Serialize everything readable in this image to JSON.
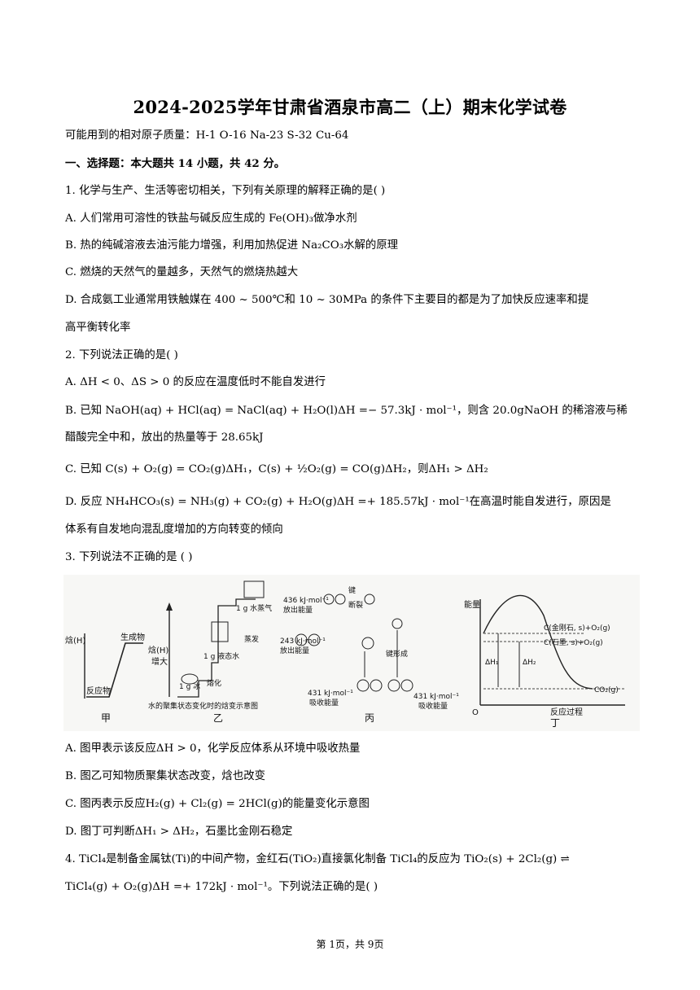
{
  "title": "2024-2025学年甘肃省酒泉市高二（上）期末化学试卷",
  "atomic_masses": "可能用到的相对原子质量：H-1   O-16   Na-23   S-32   Cu-64",
  "section1": "一、选择题：本大题共 14 小题，共 42 分。",
  "q1": {
    "stem": "1. 化学与生产、生活等密切相关，下列有关原理的解释正确的是(    )",
    "A": "A. 人们常用可溶性的铁盐与碱反应生成的 Fe(OH)₃做净水剂",
    "B": "B. 热的纯碱溶液去油污能力增强，利用加热促进 Na₂CO₃水解的原理",
    "C": "C. 燃烧的天然气的量越多，天然气的燃烧热越大",
    "D1": "D. 合成氨工业通常用铁触媒在 400 ~ 500℃和 10 ~ 30MPa 的条件下主要目的都是为了加快反应速率和提",
    "D2": "高平衡转化率"
  },
  "q2": {
    "stem": "2. 下列说法正确的是(    )",
    "A": "A. ΔH < 0、ΔS > 0 的反应在温度低时不能自发进行",
    "B1": "B. 已知 NaOH(aq) + HCl(aq) = NaCl(aq) + H₂O(l)ΔH =− 57.3kJ · mol⁻¹，则含 20.0gNaOH 的稀溶液与稀",
    "B2": "醋酸完全中和，放出的热量等于 28.65kJ",
    "C": "C. 已知 C(s) + O₂(g) = CO₂(g)ΔH₁，C(s) + ½O₂(g) = CO(g)ΔH₂，则ΔH₁ > ΔH₂",
    "D1": "D. 反应 NH₄HCO₃(s) = NH₃(g) + CO₂(g) + H₂O(g)ΔH =+ 185.57kJ · mol⁻¹在高温时能自发进行，原因是",
    "D2": "体系有自发地向混乱度增加的方向转变的倾向"
  },
  "q3": {
    "stem": "3. 下列说法不正确的是 (    )",
    "A": "A. 图甲表示该反应ΔH > 0，化学反应体系从环境中吸收热量",
    "B": "B. 图乙可知物质聚集状态改变，焓也改变",
    "C": "C. 图丙表示反应H₂(g) + Cl₂(g) = 2HCl(g)的能量变化示意图",
    "D": "D. 图丁可判断ΔH₁ > ΔH₂，石墨比金刚石稳定"
  },
  "q4": {
    "line1": "4. TiCl₄是制备金属钛(Ti)的中间产物，金红石(TiO₂)直接氯化制备 TiCl₄的反应为 TiO₂(s) + 2Cl₂(g) ⇌",
    "line2": "TiCl₄(g) + O₂(g)ΔH =+ 172kJ · mol⁻¹。下列说法正确的是(    )"
  },
  "figure": {
    "jia": {
      "ylabel": "焓(H)",
      "product": "生成物",
      "reactant": "反应物",
      "caption": "甲"
    },
    "yi": {
      "ylabel1": "焓(H)",
      "ylabel2": "增大",
      "ice": "1 g 冰",
      "water": "1 g 液态水",
      "steam": "1 g 水蒸气",
      "melt": "熔化",
      "evap": "蒸发",
      "note": "水的聚集状态变化时的焓变示意图",
      "caption": "乙"
    },
    "bing": {
      "e436": "436 kJ·mol⁻¹",
      "e436b": "放出能量",
      "e243": "243 kJ·mol⁻¹",
      "e243b": "放出能量",
      "break1": "键",
      "break2": "断裂",
      "form": "键形成",
      "e431a": "431 kJ·mol⁻¹",
      "e431a2": "吸收能量",
      "e431b": "431 kJ·mol⁻¹",
      "e431b2": "吸收能量",
      "caption": "丙"
    },
    "ding": {
      "ylabel": "能量",
      "diamond": "C(金刚石, s)+O₂(g)",
      "graphite": "C(石墨, s)+O₂(g)",
      "co2": "CO₂(g)",
      "dh1": "ΔH₁",
      "dh2": "ΔH₂",
      "xlabel": "反应过程",
      "origin": "O",
      "caption": "丁"
    }
  },
  "footer": "第 1页，共 9页"
}
